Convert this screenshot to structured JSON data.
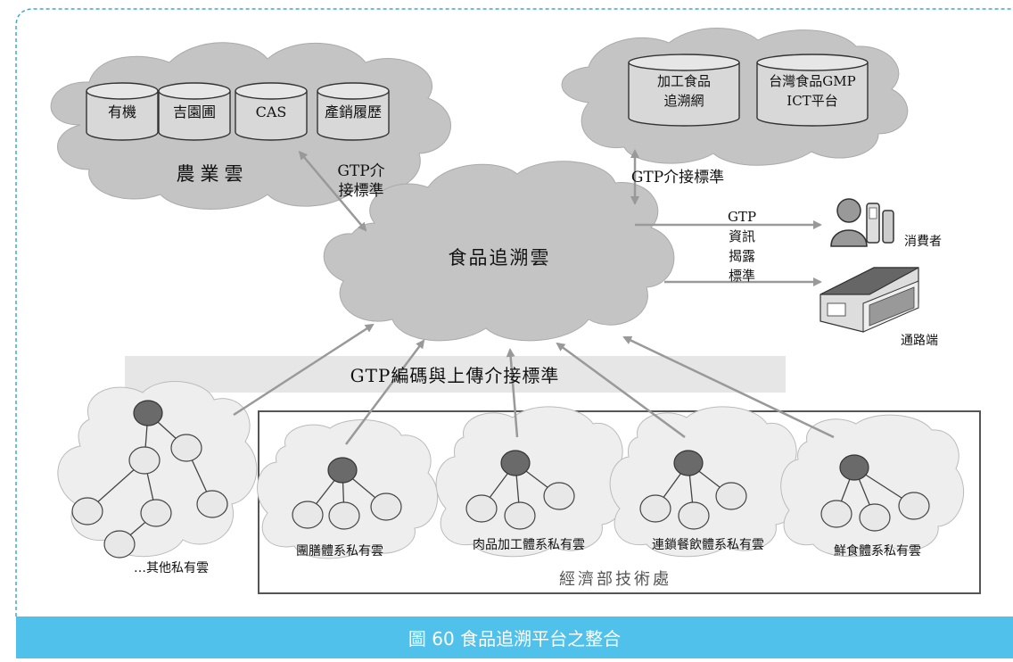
{
  "caption": "圖 60 食品追溯平台之整合",
  "colors": {
    "border": "#3fa9d6",
    "caption_bg": "#4fc1ea",
    "cloud_dark": "#c4c4c4",
    "cloud_light": "#eeeeee",
    "band": "#e6e6e6",
    "node_dark": "#6a6a6a",
    "arrow": "#999999"
  },
  "agri_cloud": {
    "label": "農業雲",
    "databases": [
      "有機",
      "吉園圃",
      "CAS",
      "產銷履歷"
    ]
  },
  "processing_cloud": {
    "databases": [
      "加工食品\n追溯網",
      "台灣食品GMP\nICT平台"
    ]
  },
  "center_cloud": {
    "label": "食品追溯雲"
  },
  "links": {
    "agri_interface": "GTP介\n接標準",
    "processing_interface": "GTP介接標準",
    "disclosure": "GTP\n資訊\n揭露\n標準",
    "upload_band": "GTP編碼與上傳介接標準"
  },
  "outputs": {
    "consumer": "消費者",
    "channel": "通路端"
  },
  "private_clouds": [
    "團膳體系私有雲",
    "肉品加工體系私有雲",
    "連鎖餐飲體系私有雲",
    "鮮食體系私有雲",
    "…其他私有雲"
  ],
  "ministry_box": "經濟部技術處",
  "icons": [
    "consumer-person-icon",
    "mobile-phone-icon",
    "warehouse-icon"
  ]
}
